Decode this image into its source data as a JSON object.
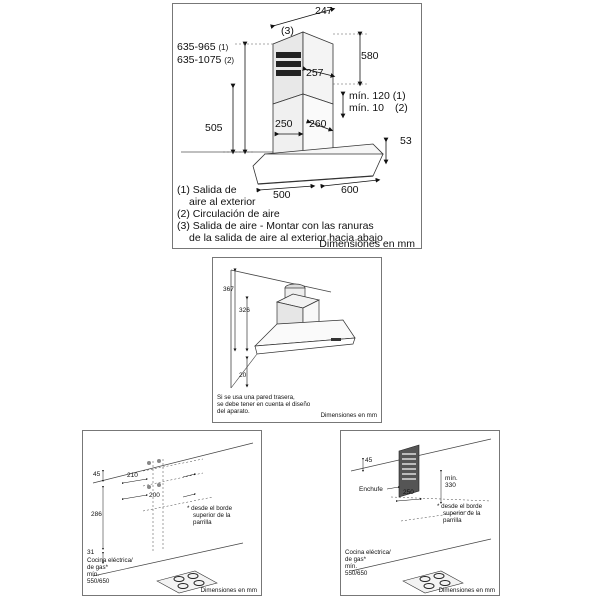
{
  "panel1": {
    "dim_247": "247",
    "dim_580": "580",
    "dim_257": "257",
    "dim_height_1": "635-965",
    "dim_height_1_ref": "(1)",
    "dim_height_2": "635-1075",
    "dim_height_2_ref": "(2)",
    "callout_3": "(3)",
    "dim_min120": "mín. 120",
    "dim_min120_ref": "(1)",
    "dim_min10": "mín. 10",
    "dim_min10_ref": "(2)",
    "dim_505": "505",
    "dim_250": "250",
    "dim_260": "260",
    "dim_53": "53",
    "dim_500": "500",
    "dim_600": "600",
    "legend": [
      "(1) Salida de",
      "     aire al exterior",
      "(2) Circulación de aire",
      "(3) Salida de aire - Montar con las ranuras",
      "     de la salida de aire al exterior hacia abajo"
    ],
    "units": "Dimensiones en mm"
  },
  "panel2": {
    "dim_367": "367",
    "dim_326": "326",
    "dim_20": "20",
    "note": [
      "Si se usa una pared trasera,",
      "se debe tener en cuenta el diseño",
      "del aparato."
    ],
    "units": "Dimensiones en mm"
  },
  "panel3": {
    "dim_45": "45",
    "dim_210": "210",
    "dim_200": "200",
    "dim_286": "286",
    "dim_31": "31",
    "note": [
      "* desde el borde",
      "superior de la",
      "parrilla"
    ],
    "cooktop": [
      "Cocina eléctrica/",
      "de gas*",
      "mín.",
      "550/650"
    ],
    "units": "Dimensiones en mm"
  },
  "panel4": {
    "dim_45": "45",
    "dim_min330": [
      "mín.",
      "330"
    ],
    "enchufe": "Enchufe",
    "dim_250": "250",
    "note": [
      "* desde el borde",
      "superior de la",
      "parrilla"
    ],
    "cooktop": [
      "Cocina eléctrica/",
      "de gas*",
      "mín.",
      "550/650"
    ],
    "units": "Dimensiones en mm"
  }
}
